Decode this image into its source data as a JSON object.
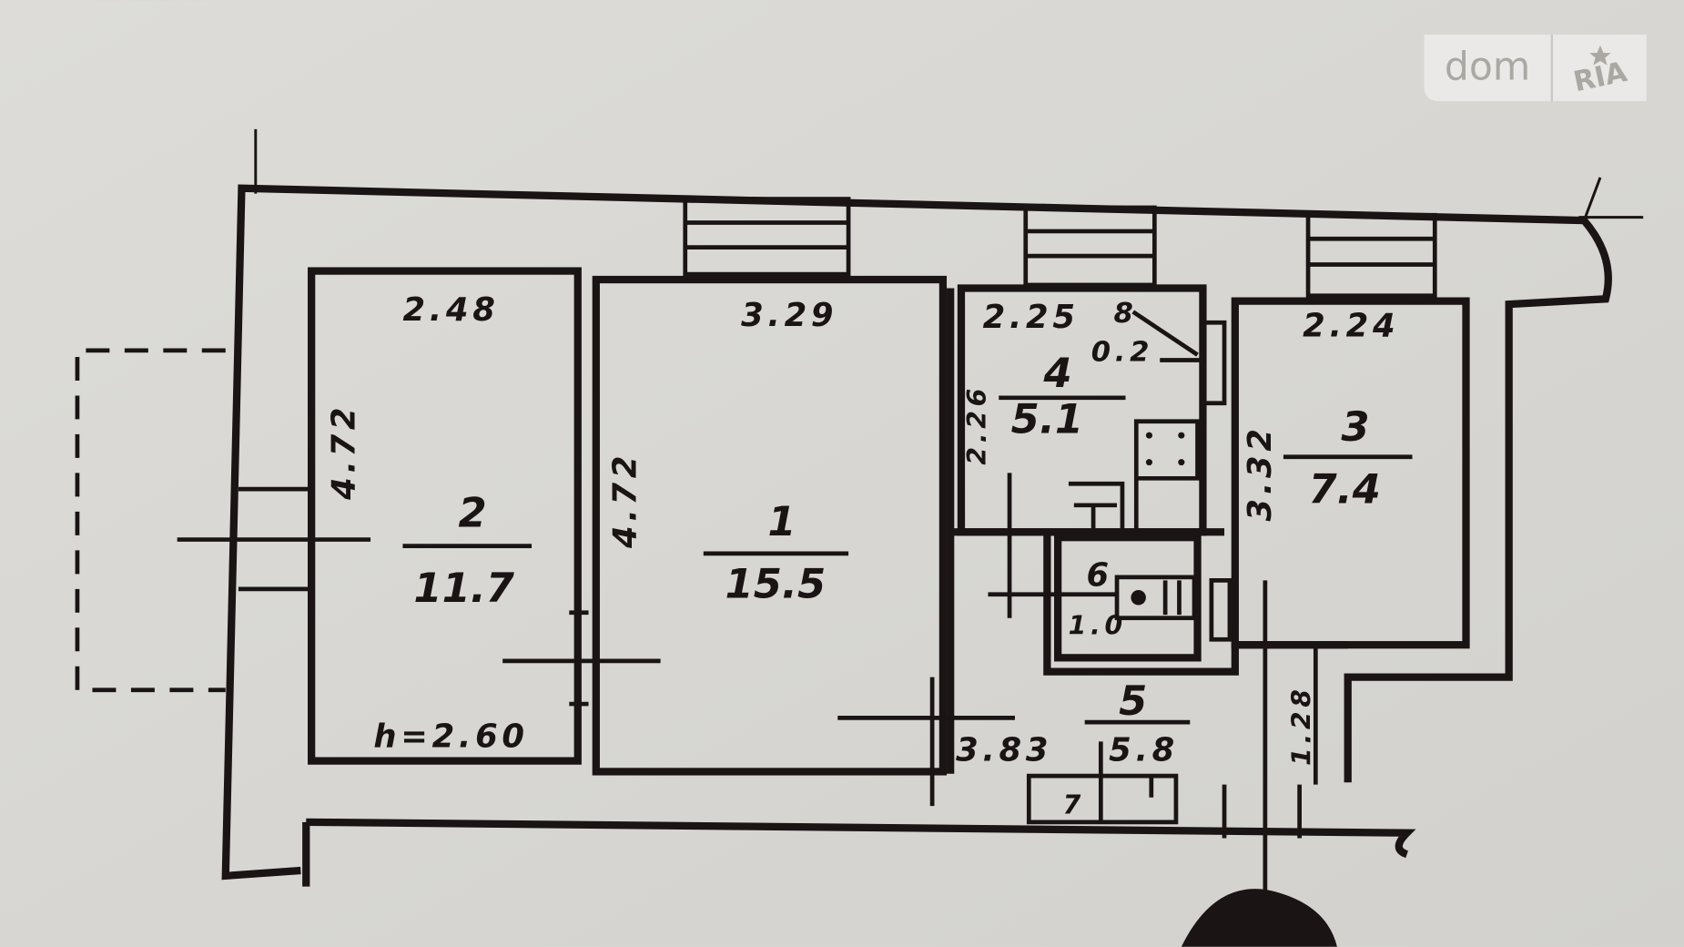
{
  "watermark": {
    "brand_left": "dom",
    "brand_right": "RIA"
  },
  "rooms": [
    {
      "number": "1",
      "area": "15.5",
      "width": "3.29",
      "length": "4.72"
    },
    {
      "number": "2",
      "area": "11.7",
      "width": "2.48",
      "length": "4.72"
    },
    {
      "number": "3",
      "area": "7.4",
      "width": "2.24",
      "length": "3.32"
    },
    {
      "number": "4",
      "area": "5.1",
      "width": "2.25",
      "length": "2.26"
    },
    {
      "number": "5",
      "area": "5.8",
      "width": "3.83",
      "length": "1.28"
    },
    {
      "number": "6",
      "area": "1.0"
    }
  ],
  "annotations": {
    "ceiling_height": "h=2.60",
    "vent": "0.2",
    "note_8": "8",
    "note_7": "7"
  },
  "colors": {
    "paper": "#d9d8d4",
    "ink": "#1a1414"
  }
}
